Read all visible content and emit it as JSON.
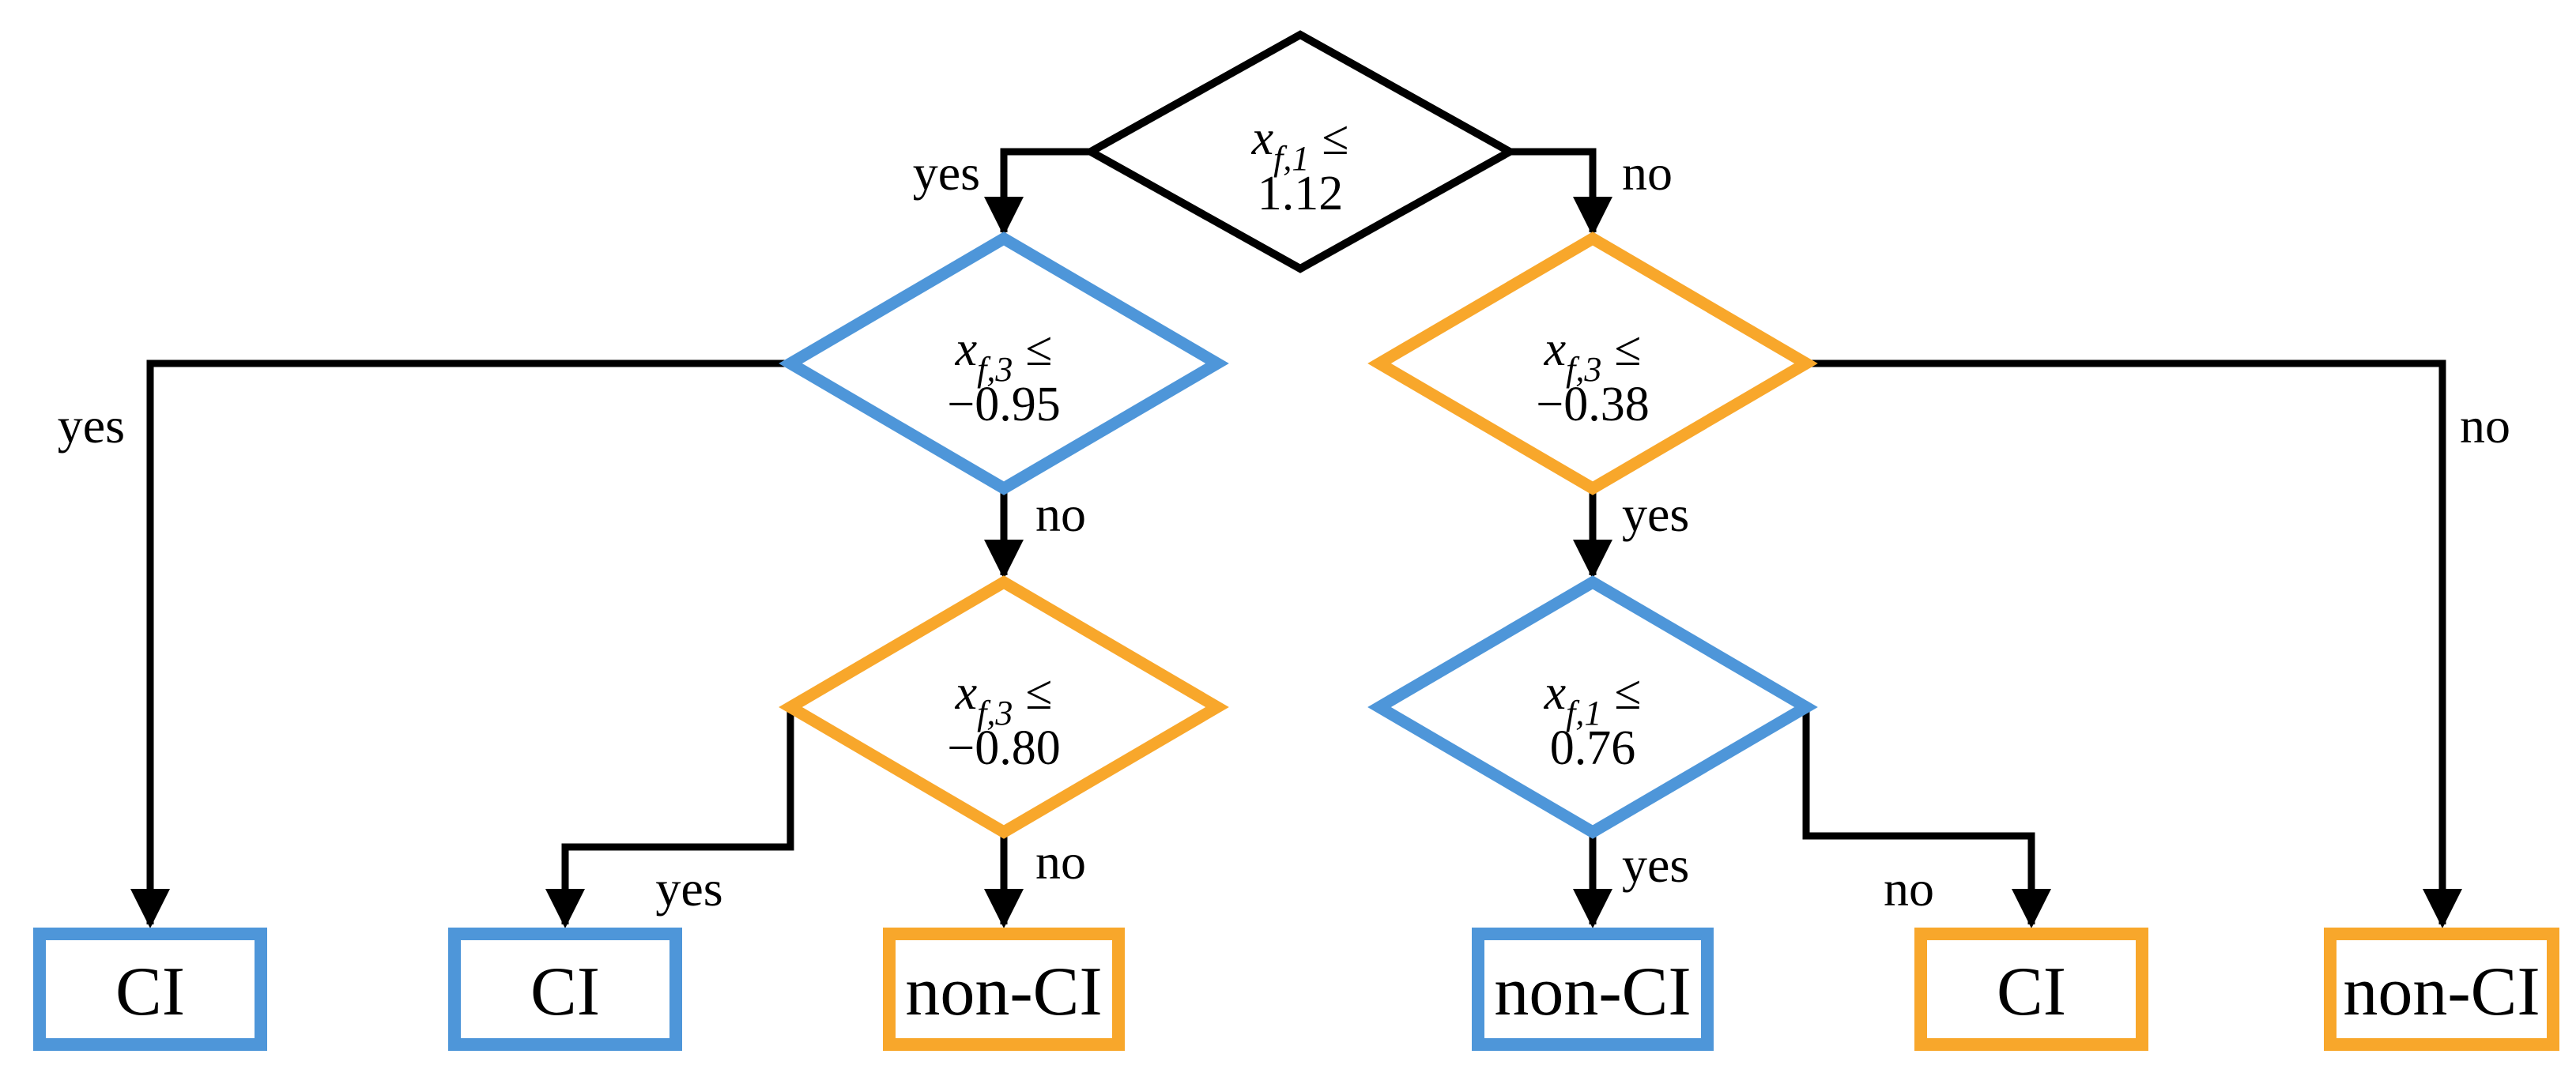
{
  "figure": {
    "kind": "decision-tree-flowchart",
    "classes": [
      "CI",
      "non-CI"
    ]
  },
  "colors": {
    "blue": "#4E96D9",
    "orange": "#F8A72B",
    "black": "#000000"
  },
  "nodes": [
    {
      "id": "root",
      "var": "x",
      "sub": "f,1",
      "op": "≤",
      "value": "1.12",
      "border": "black"
    },
    {
      "id": "left",
      "var": "x",
      "sub": "f,3",
      "op": "≤",
      "value": "−0.95",
      "border": "blue"
    },
    {
      "id": "right",
      "var": "x",
      "sub": "f,3",
      "op": "≤",
      "value": "−0.38",
      "border": "orange"
    },
    {
      "id": "left-child",
      "var": "x",
      "sub": "f,3",
      "op": "≤",
      "value": "−0.80",
      "border": "orange"
    },
    {
      "id": "right-child",
      "var": "x",
      "sub": "f,1",
      "op": "≤",
      "value": "0.76",
      "border": "blue"
    }
  ],
  "edges": [
    {
      "from": "root",
      "to": "left",
      "label": "yes"
    },
    {
      "from": "root",
      "to": "right",
      "label": "no"
    },
    {
      "from": "left",
      "to": "leaf-1",
      "label": "yes"
    },
    {
      "from": "left",
      "to": "left-child",
      "label": "no"
    },
    {
      "from": "right",
      "to": "right-child",
      "label": "yes"
    },
    {
      "from": "right",
      "to": "leaf-6",
      "label": "no"
    },
    {
      "from": "left-child",
      "to": "leaf-2",
      "label": "yes"
    },
    {
      "from": "left-child",
      "to": "leaf-3",
      "label": "no"
    },
    {
      "from": "right-child",
      "to": "leaf-4",
      "label": "yes"
    },
    {
      "from": "right-child",
      "to": "leaf-5",
      "label": "no"
    }
  ],
  "leaves": [
    {
      "id": "leaf-1",
      "label": "CI",
      "border": "blue"
    },
    {
      "id": "leaf-2",
      "label": "CI",
      "border": "blue"
    },
    {
      "id": "leaf-3",
      "label": "non-CI",
      "border": "orange"
    },
    {
      "id": "leaf-4",
      "label": "non-CI",
      "border": "blue"
    },
    {
      "id": "leaf-5",
      "label": "CI",
      "border": "orange"
    },
    {
      "id": "leaf-6",
      "label": "non-CI",
      "border": "orange"
    }
  ]
}
